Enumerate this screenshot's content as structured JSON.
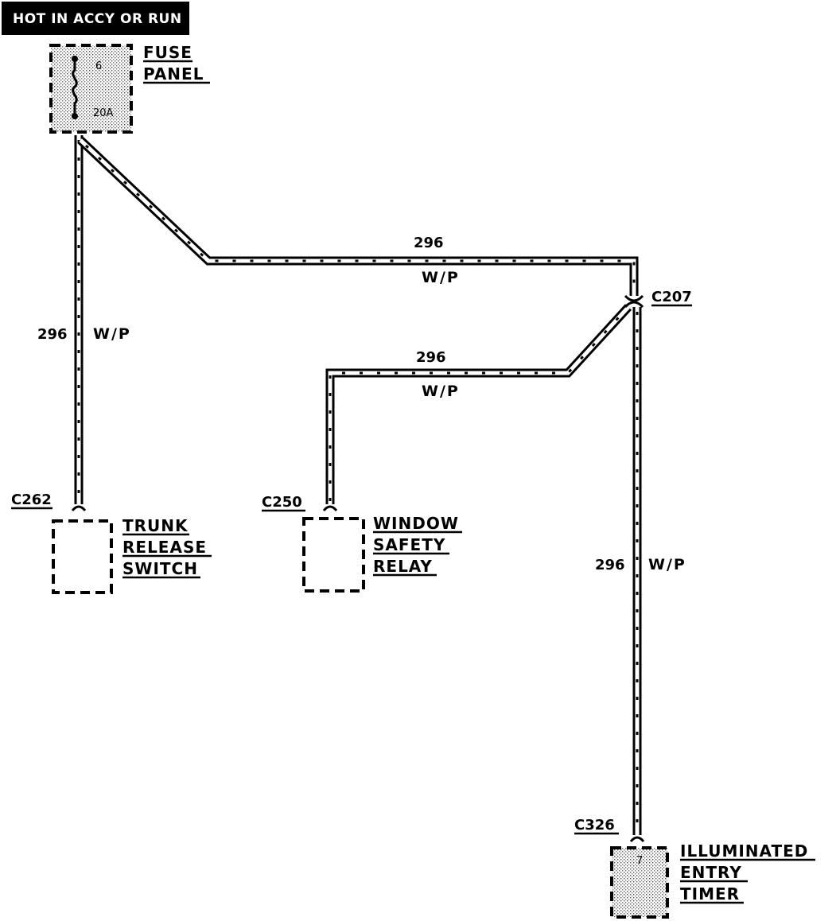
{
  "header": {
    "text": "HOT IN ACCY OR RUN"
  },
  "fuse_panel": {
    "label_line1": "FUSE",
    "label_line2": "PANEL",
    "fuse_number": "6",
    "fuse_rating": "20A"
  },
  "wires": {
    "left_vertical": {
      "number": "296",
      "color": "W/P"
    },
    "top_horizontal": {
      "number": "296",
      "color": "W/P"
    },
    "middle_horizontal": {
      "number": "296",
      "color": "W/P"
    },
    "right_vertical": {
      "number": "296",
      "color": "W/P"
    }
  },
  "connectors": {
    "c207": "C207",
    "c262": "C262",
    "c250": "C250",
    "c326": "C326"
  },
  "components": {
    "trunk_release_switch": {
      "line1": "TRUNK",
      "line2": "RELEASE",
      "line3": "SWITCH"
    },
    "window_safety_relay": {
      "line1": "WINDOW",
      "line2": "SAFETY",
      "line3": "RELAY"
    },
    "illuminated_entry_timer": {
      "line1": "ILLUMINATED",
      "line2": "ENTRY",
      "line3": "TIMER",
      "pin": "7"
    }
  }
}
